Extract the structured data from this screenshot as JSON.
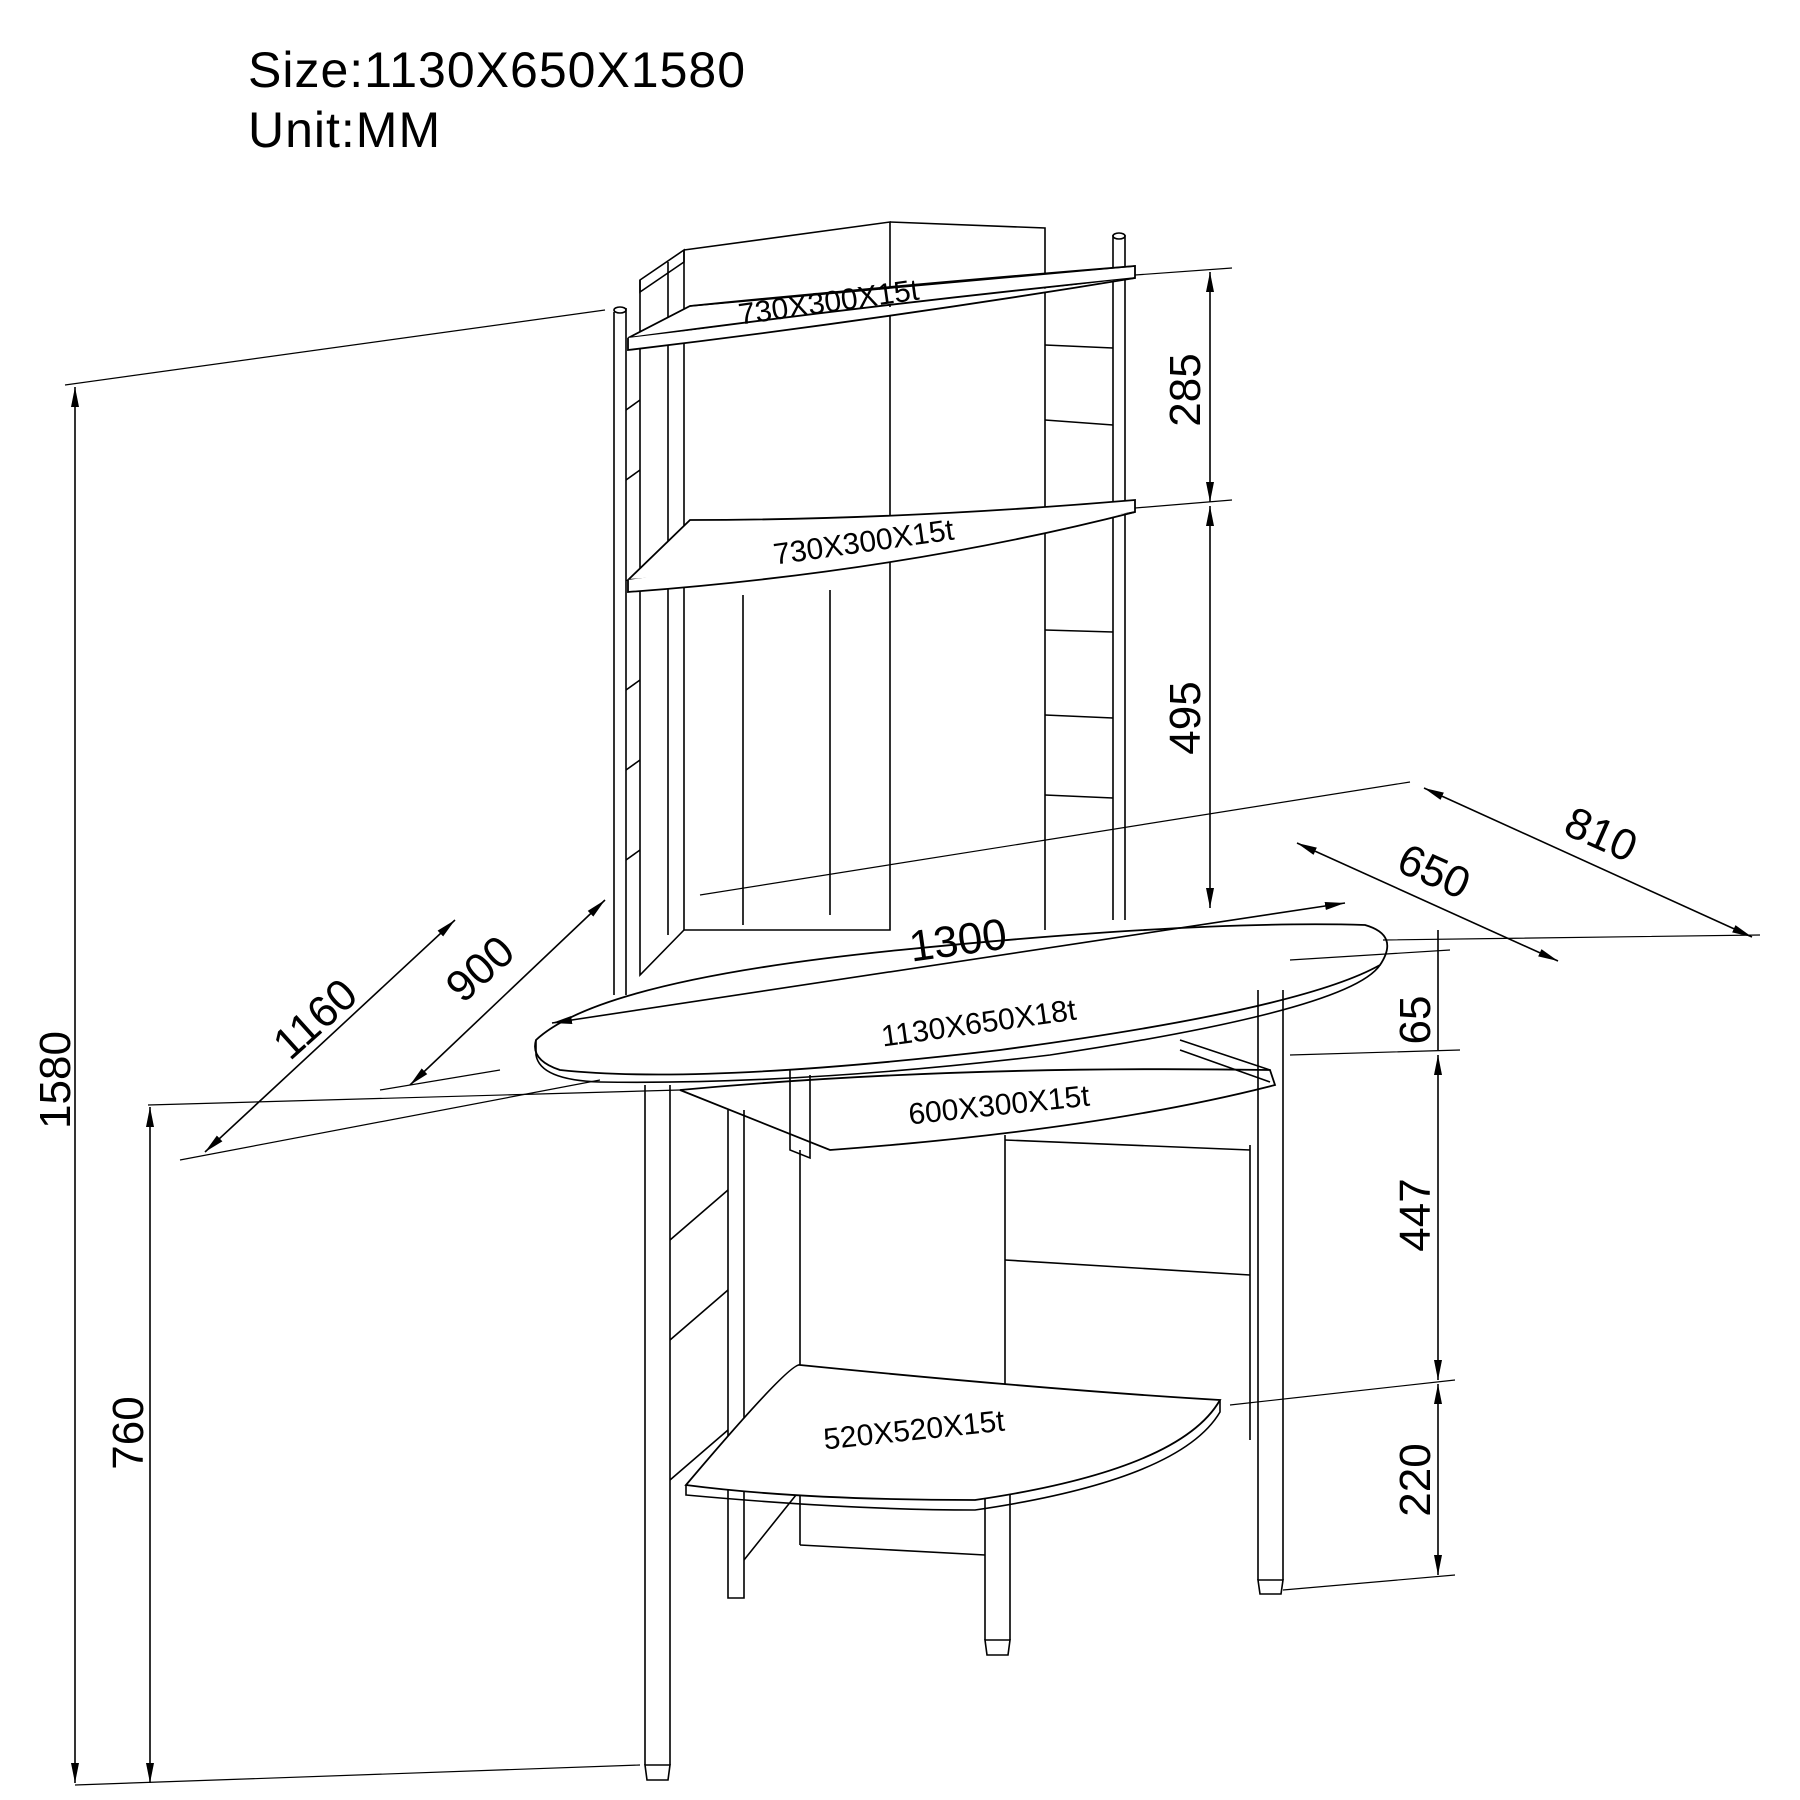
{
  "header": {
    "size": "Size:1130X650X1580",
    "unit": "Unit:MM"
  },
  "panels": {
    "top_shelf": "730X300X15t",
    "middle_shelf": "730X300X15t",
    "desk_top": "1130X650X18t",
    "keyboard_tray": "600X300X15t",
    "bottom_shelf": "520X520X15t"
  },
  "dimensions": {
    "total_height": "1580",
    "desk_height": "760",
    "top_gap": "285",
    "mid_gap": "495",
    "desk_thickness_gap": "65",
    "tray_gap": "447",
    "bottom_gap": "220",
    "depth_810": "810",
    "depth_650": "650",
    "width_1300": "1300",
    "depth_1160": "1160",
    "depth_900": "900"
  }
}
